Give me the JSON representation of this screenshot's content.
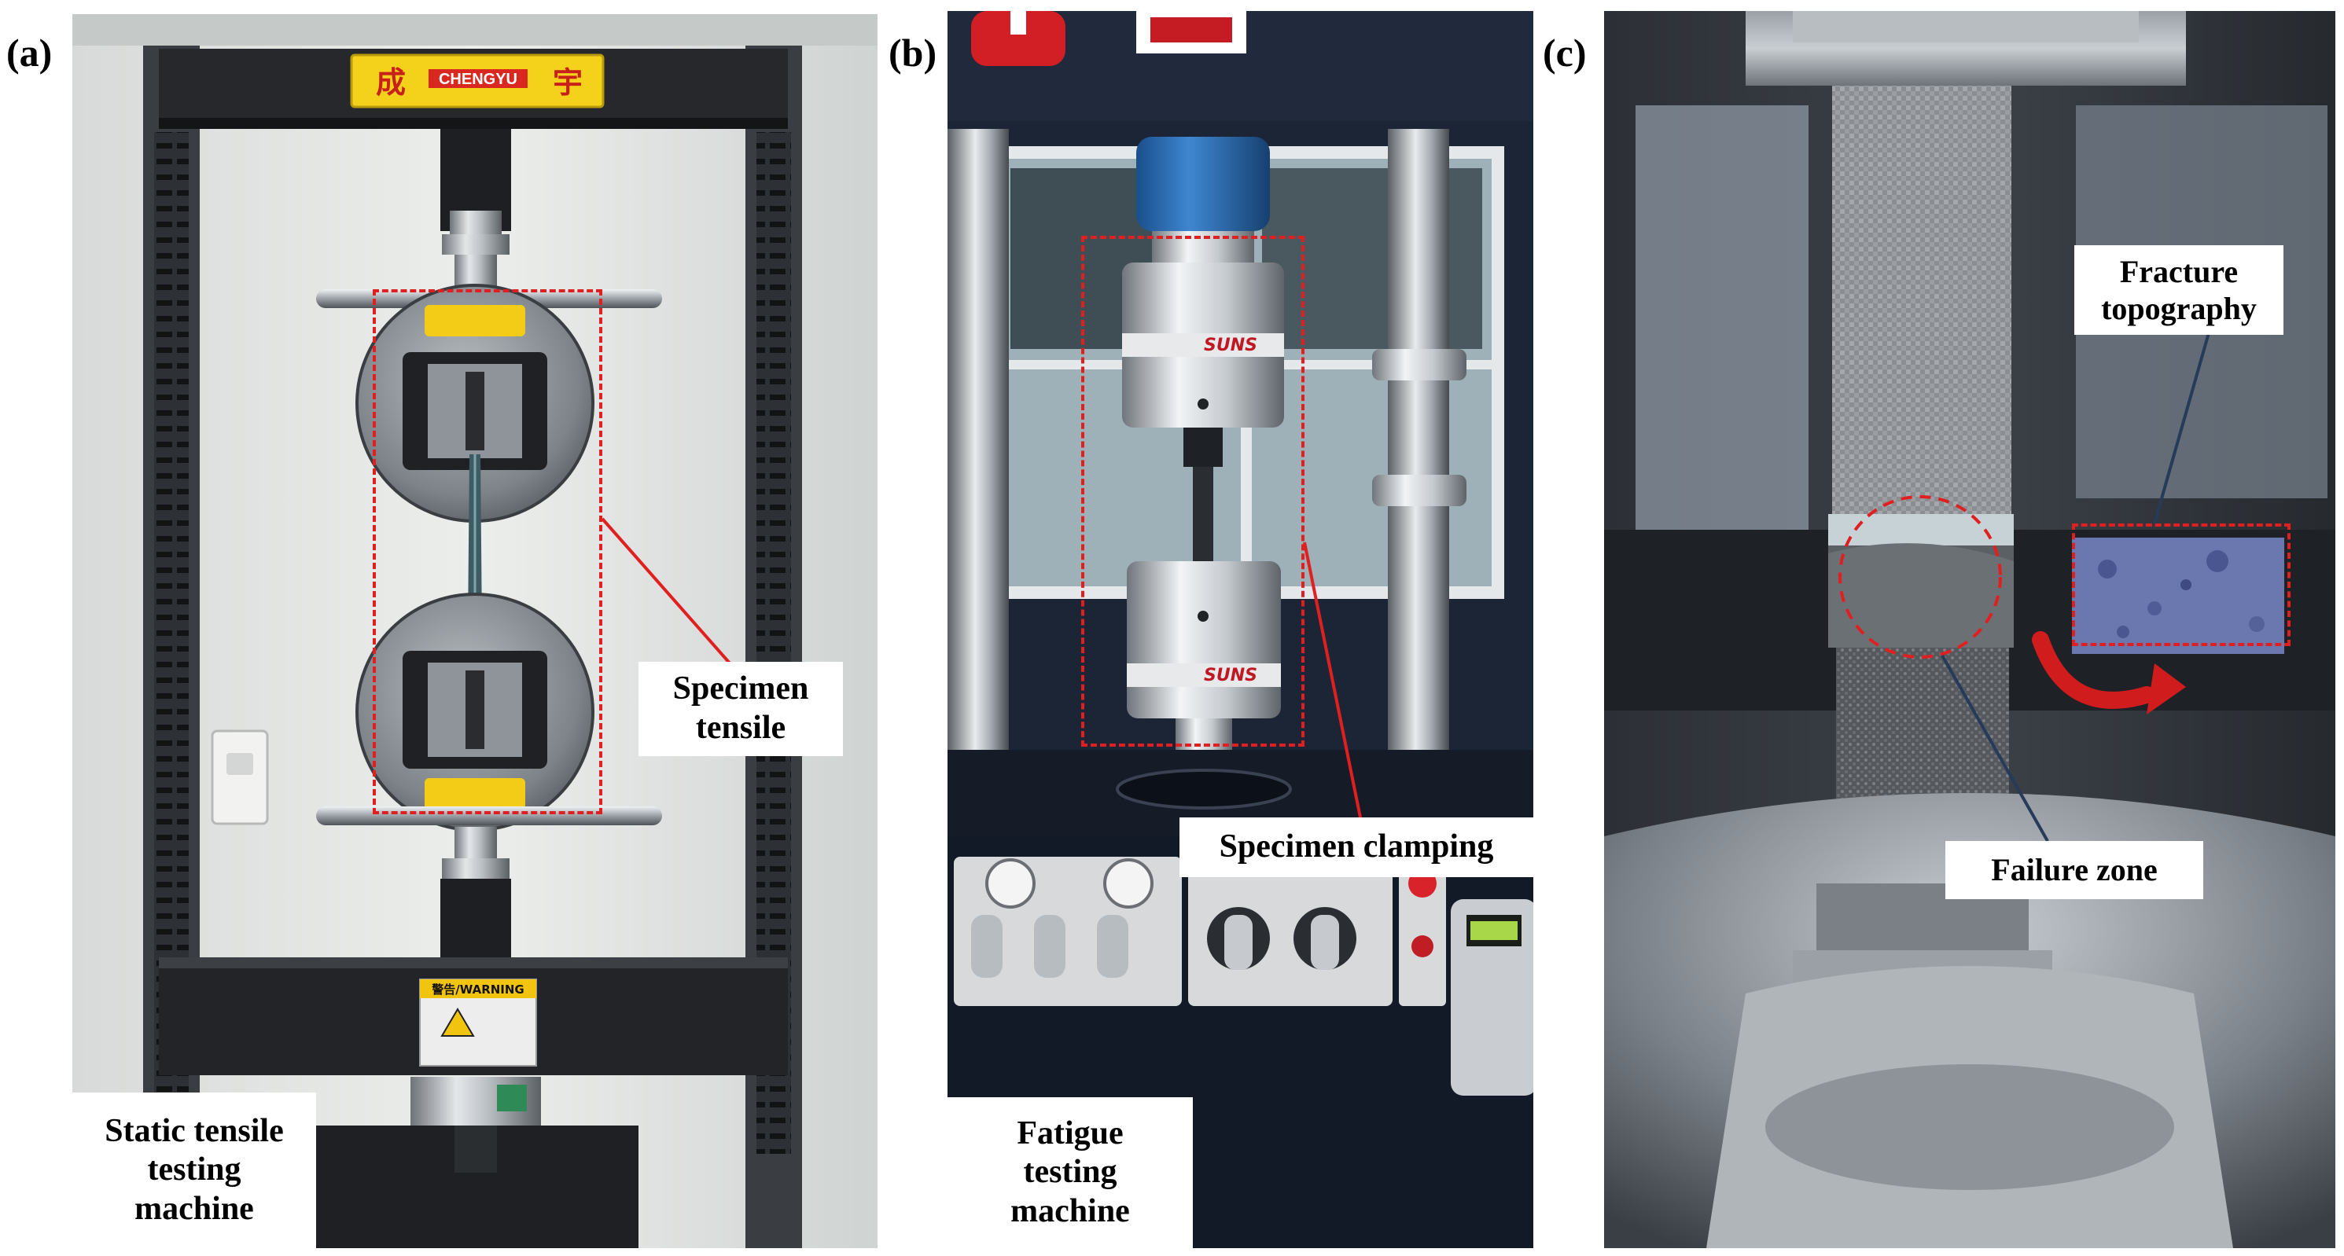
{
  "figure": {
    "panel_a": {
      "label": "(a)",
      "brand_plate": {
        "text": "CHENGYU",
        "chars": [
          "成",
          "宇"
        ]
      },
      "warning_text": "警告/WARNING",
      "callout": [
        "Specimen",
        "tensile"
      ],
      "caption": [
        "Static tensile",
        "testing",
        "machine"
      ]
    },
    "panel_b": {
      "label": "(b)",
      "load_cell_brand": "SUNS",
      "callout": "Specimen clamping",
      "caption": [
        "Fatigue",
        "testing",
        "machine"
      ]
    },
    "panel_c": {
      "label": "(c)",
      "callout_top": [
        "Fracture",
        "topography"
      ],
      "callout_bottom": "Failure zone"
    }
  },
  "colors": {
    "annotation": "#e02020",
    "caption_bg": "#ffffff"
  }
}
